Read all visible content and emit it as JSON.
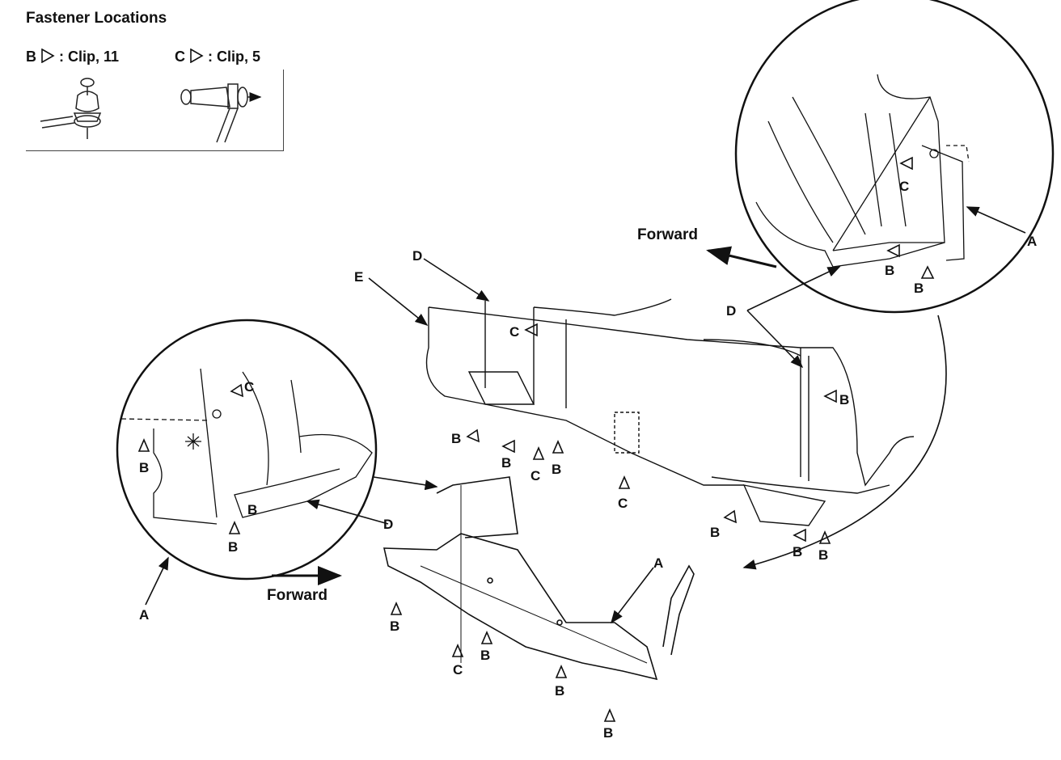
{
  "title": "Fastener Locations",
  "legend": {
    "b_text": "B",
    "b_desc": ": Clip, 11",
    "c_text": "C",
    "c_desc": ": Clip, 5"
  },
  "labels": {
    "a": "A",
    "b": "B",
    "c": "C",
    "d": "D",
    "e": "E",
    "forward": "Forward"
  }
}
